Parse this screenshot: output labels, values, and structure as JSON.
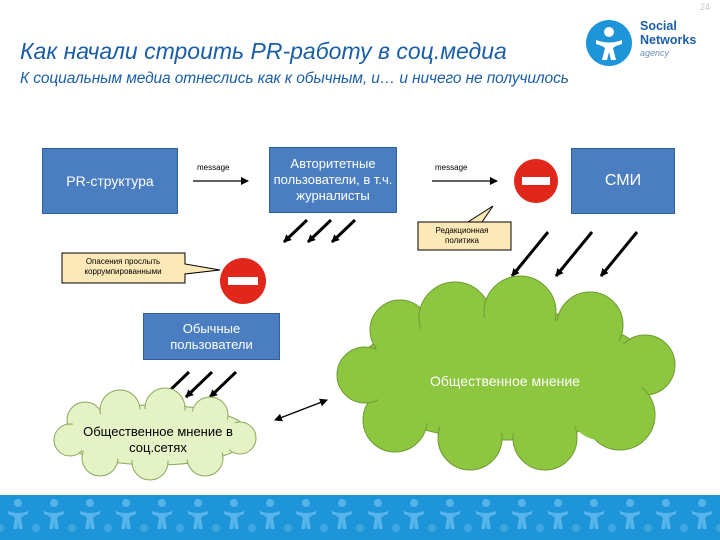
{
  "page_number": "24",
  "title": "Как начали строить PR-работу в соц.медиа",
  "subtitle": "К социальным медиа отнеслись как к обычным, и… и ничего не получилось",
  "logo": {
    "line1": "Social",
    "line2": "Networks",
    "line3": "agency",
    "icon": "person-icon"
  },
  "nodes": {
    "pr": "PR-структура",
    "authoritative": "Авторитетные пользователи, в т.ч. журналисты",
    "media": "СМИ",
    "ordinary": "Обычные пользователи"
  },
  "edges": {
    "message1": "message",
    "message2": "message"
  },
  "callouts": {
    "editorial": "Редакционная политика",
    "fear": "Опасения прослыть коррумпированными"
  },
  "clouds": {
    "public_opinion": "Общественное мнение",
    "social_opinion": "Общественное мнение в соц.сетях"
  },
  "colors": {
    "title": "#1b5ea8",
    "box": "#4a7ec1",
    "cloud": "#8dc63f",
    "stop": "#e1261c",
    "band": "#1e95d8"
  }
}
